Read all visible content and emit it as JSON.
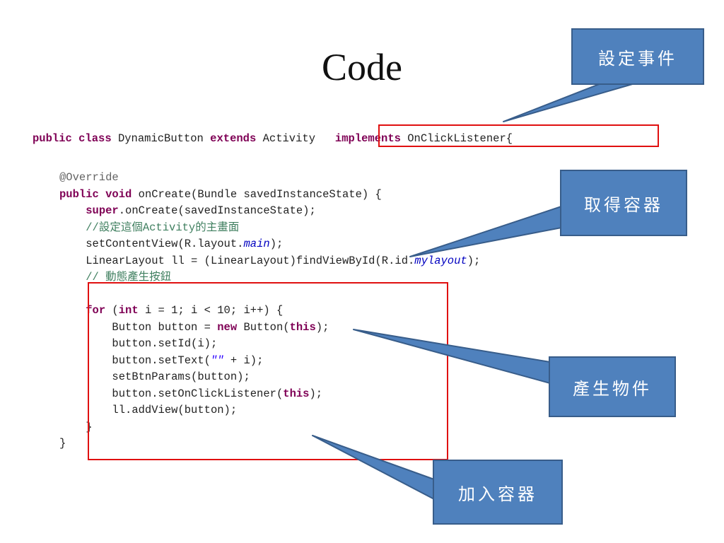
{
  "slide": {
    "title": "Code"
  },
  "code": {
    "line1": {
      "kw_public": "public",
      "kw_class": "class",
      "class_name": " DynamicButton ",
      "kw_extends": "extends",
      "parent": " Activity ",
      "kw_implements": "implements",
      "iface": " OnClickListener{"
    },
    "line2": {
      "annotation": "@Override"
    },
    "line3": {
      "kw_public": "public",
      "kw_void": "void",
      "signature": " onCreate(Bundle savedInstanceState) {"
    },
    "line4": {
      "kw_super": "super",
      "rest": ".onCreate(savedInstanceState);"
    },
    "line5": {
      "comment": "//設定這個Activity的主畫面"
    },
    "line6": {
      "pre": "setContentView(R.layout.",
      "field": "main",
      "post": ");"
    },
    "line7": {
      "pre": "LinearLayout ll = (LinearLayout)findViewById(R.id.",
      "field": "mylayout",
      "post": ");"
    },
    "line8": {
      "comment": "// 動態產生按鈕"
    },
    "line9": {
      "kw_for": "for",
      "open": " (",
      "kw_int": "int",
      "rest": " i = 1; i < 10; i++) {"
    },
    "line10": {
      "pre": "Button button = ",
      "kw_new": "new",
      "mid": " Button(",
      "kw_this": "this",
      "post": ");"
    },
    "line11": {
      "text": "button.setId(i);"
    },
    "line12": {
      "pre": "button.setText(",
      "str": "\"\"",
      "post": " + i);"
    },
    "line13": {
      "text": "setBtnParams(button);"
    },
    "line14": {
      "pre": "button.setOnClickListener(",
      "kw_this": "this",
      "post": ");"
    },
    "line15": {
      "text": "ll.addView(button);"
    },
    "line16": {
      "text": "}"
    },
    "line17": {
      "text": "}"
    }
  },
  "callouts": {
    "set_event": "設定事件",
    "get_container": "取得容器",
    "create_object": "產生物件",
    "add_to_container": "加入容器"
  },
  "colors": {
    "callout_fill": "#4f81bd",
    "callout_border": "#385d8a",
    "highlight_frame": "#e01010",
    "keyword": "#7f0055",
    "comment": "#3f7f5f",
    "field": "#0000c0"
  }
}
